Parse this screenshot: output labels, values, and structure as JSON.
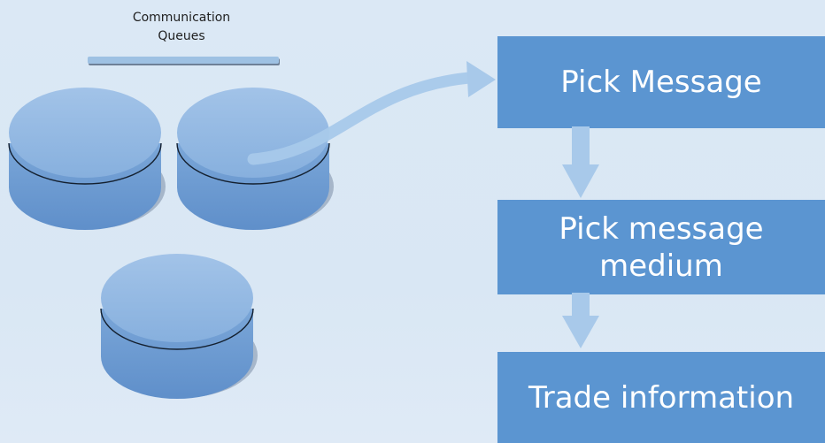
{
  "queues": {
    "title_line1": "Communication",
    "title_line2": "Queues"
  },
  "steps": [
    {
      "label": "Pick Message"
    },
    {
      "label_line1": "Pick message",
      "label_line2": "medium"
    },
    {
      "label": "Trade information"
    }
  ],
  "colors": {
    "background": "#dce9f5",
    "box": "#5b95d1",
    "drum_top": "#90b7e0",
    "drum_side": "#6c9ad0",
    "arrow": "#a8c9ea"
  }
}
